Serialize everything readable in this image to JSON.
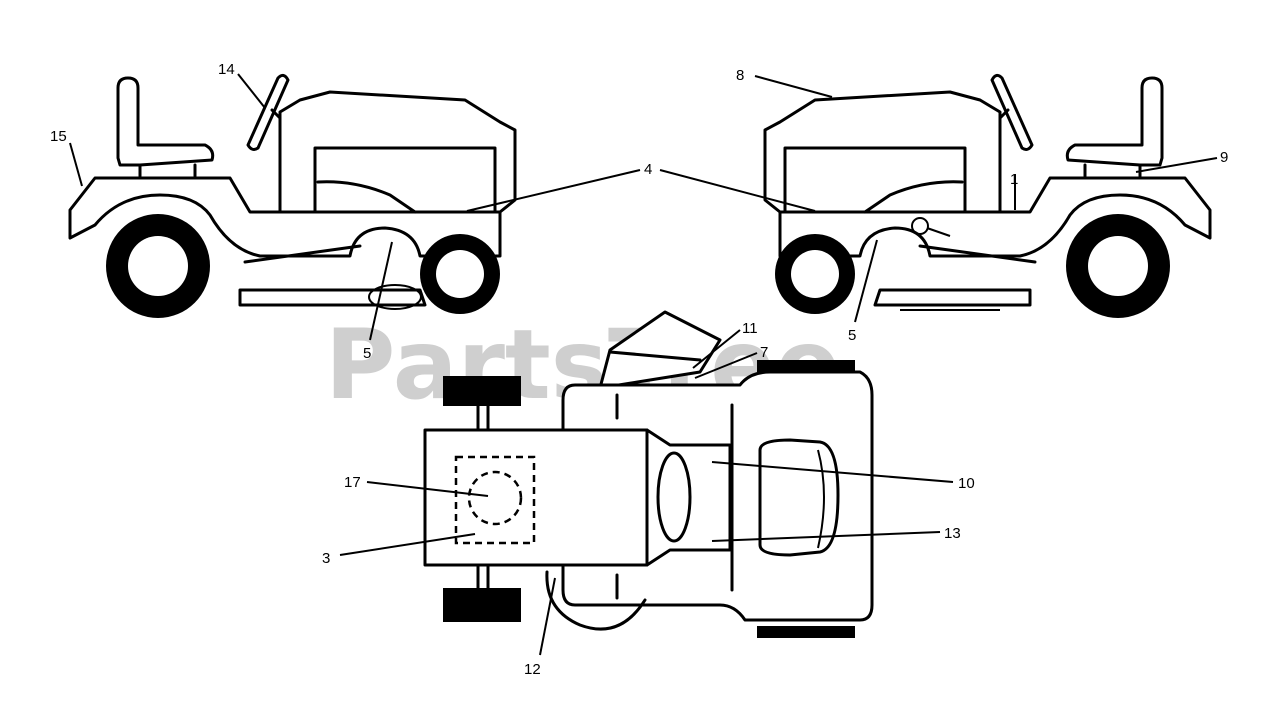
{
  "watermark": "PartsTree",
  "callouts": [
    {
      "id": "c14",
      "label": "14"
    },
    {
      "id": "c15",
      "label": "15"
    },
    {
      "id": "c4",
      "label": "4"
    },
    {
      "id": "c5a",
      "label": "5"
    },
    {
      "id": "c8",
      "label": "8"
    },
    {
      "id": "c9",
      "label": "9"
    },
    {
      "id": "c1",
      "label": "1"
    },
    {
      "id": "c5b",
      "label": "5"
    },
    {
      "id": "c11",
      "label": "11"
    },
    {
      "id": "c7",
      "label": "7"
    },
    {
      "id": "c17",
      "label": "17"
    },
    {
      "id": "c3",
      "label": "3"
    },
    {
      "id": "c10",
      "label": "10"
    },
    {
      "id": "c13",
      "label": "13"
    },
    {
      "id": "c12",
      "label": "12"
    }
  ]
}
